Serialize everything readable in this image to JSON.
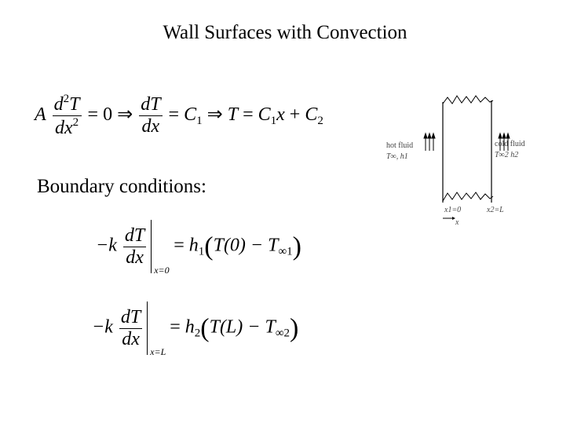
{
  "slide": {
    "title": "Wall Surfaces with Convection",
    "boundary_label": "Boundary conditions:"
  },
  "equation_1": {
    "A": "A",
    "d2T": "d",
    "sup2": "2",
    "T": "T",
    "dx2": "dx",
    "equals_zero": "= 0",
    "implies": "⇒",
    "dT": "dT",
    "dx": "dx",
    "equals": "=",
    "C1": "C",
    "sub1": "1",
    "implies2": "⇒",
    "T2": "T",
    "rhs_equals": "=",
    "C1b": "C",
    "sub1b": "1",
    "x": "x",
    "plus": "+",
    "C2": "C",
    "sub2": "2"
  },
  "bc1": {
    "lhs": "−k",
    "num": "dT",
    "den": "dx",
    "at": "x=0",
    "equals": "=",
    "h": "h",
    "h_sub": "1",
    "open": "(",
    "body": "T(0) − T",
    "T_sub": "∞1",
    "close": ")"
  },
  "bc2": {
    "lhs": "−k",
    "num": "dT",
    "den": "dx",
    "at": "x=L",
    "equals": "=",
    "h": "h",
    "h_sub": "2",
    "open": "(",
    "body": "T(L) − T",
    "T_sub": "∞2",
    "close": ")"
  },
  "diagram": {
    "hot_fluid": "hot fluid",
    "hot_params": "T∞,  h1",
    "cold_fluid": "cold fluid",
    "cold_params": "T∞2  h2",
    "x1": "x1=0",
    "x2": "x2=L",
    "x_axis": "x"
  }
}
